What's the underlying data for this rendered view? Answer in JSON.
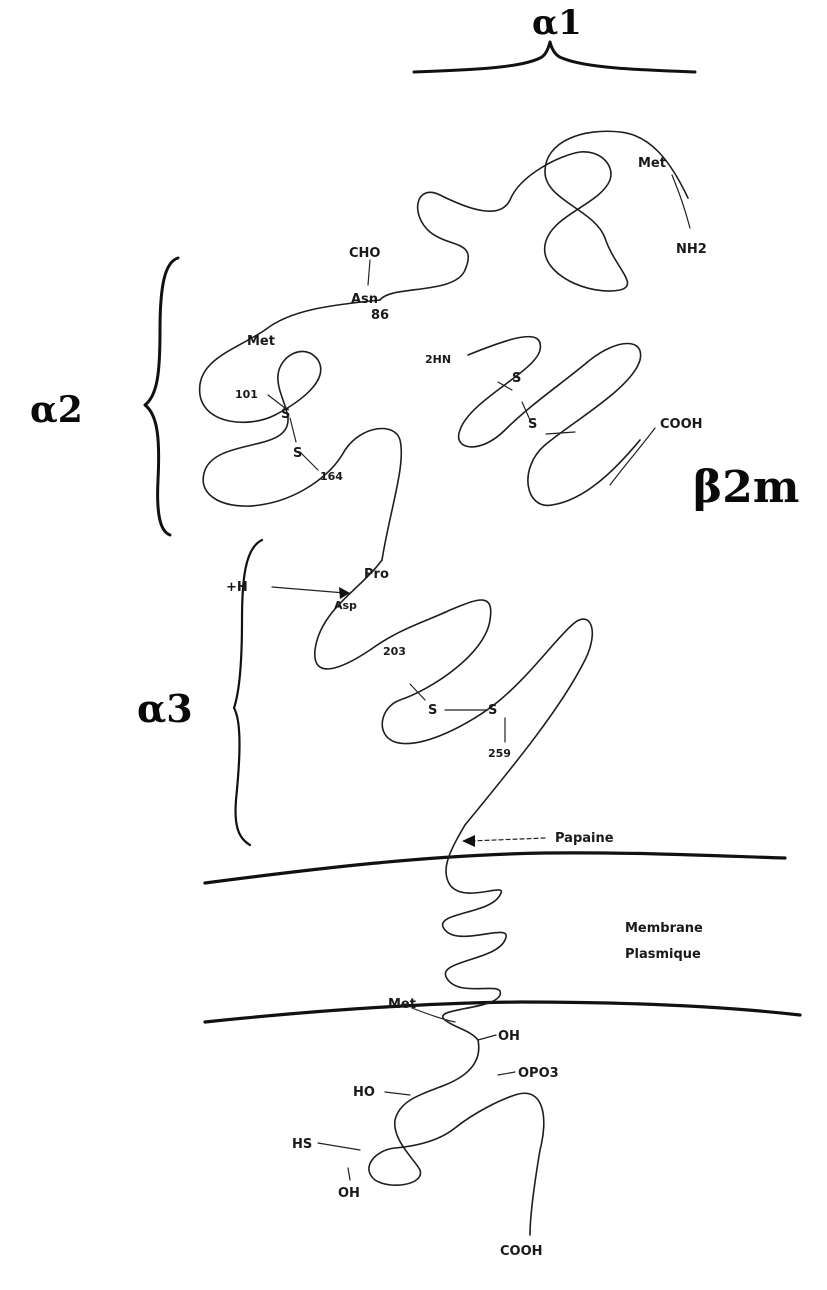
{
  "domains": {
    "alpha1": "α1",
    "alpha2": "α2",
    "alpha3": "α3",
    "beta2m": "β2m"
  },
  "residues": {
    "met_n": "Met",
    "nh2_n": "NH2",
    "cho": "CHO",
    "asn": "Asn",
    "n86": "86",
    "met_a2": "Met",
    "n101": "101",
    "n164": "164",
    "s1": "S",
    "s2": "S",
    "pro": "Pro",
    "hn_b2m": "2HN",
    "s_b1": "S",
    "s_b2": "S",
    "cooh_b2m": "COOH",
    "h_plus": "+H",
    "asp": "Asp",
    "n203": "203",
    "s3": "S",
    "s4": "S",
    "n259": "259",
    "papaine": "Papaine",
    "membrane_line1": "Membrane",
    "membrane_line2": "Plasmique",
    "met_tm": "Met",
    "oh_top": "OH",
    "ho": "HO",
    "opo3": "OPO3",
    "hs": "HS",
    "oh_bottom": "OH",
    "cooh_c": "COOH"
  }
}
